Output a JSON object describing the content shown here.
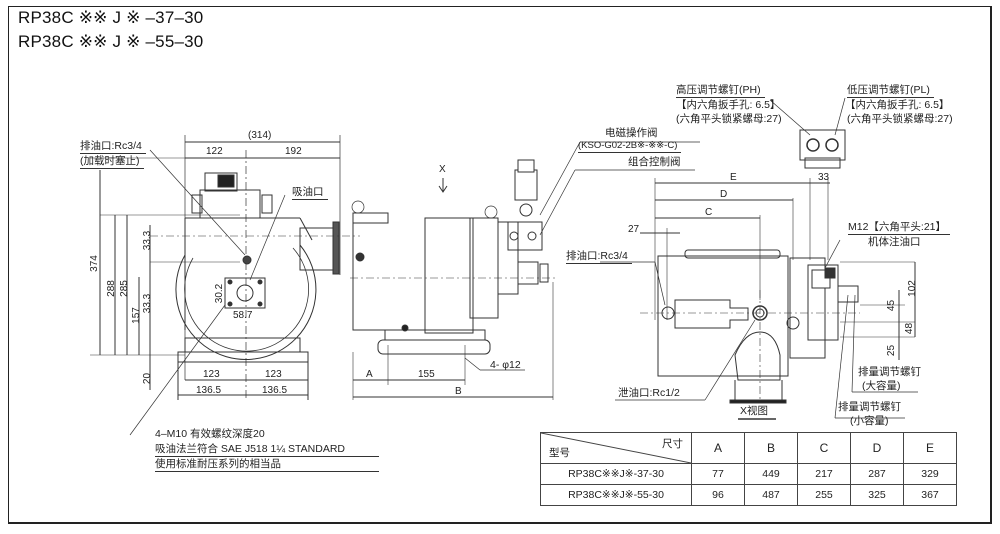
{
  "titles": [
    "RP38C ※※ J ※ –37–30",
    "RP38C ※※ J ※ –55–30"
  ],
  "callouts": {
    "drain_port_left": "排油口:Rc3/4",
    "drain_port_left_note": "(加载时塞止)",
    "suction_port": "吸油口",
    "x_view_marker": "X",
    "solenoid_valve": "电磁操作阀",
    "solenoid_valve_model": "(KSO-G02-2B※-※※-C)",
    "combination_valve": "组合控制阀",
    "high_pressure_screw": "高压调节螺钉(PH)",
    "high_pressure_wrench": "【内六角扳手孔: 6.5】",
    "high_pressure_nut": "(六角平头锁紧螺母:27)",
    "low_pressure_screw": "低压调节螺钉(PL)",
    "low_pressure_wrench": "【内六角扳手孔: 6.5】",
    "low_pressure_nut": "(六角平头锁紧螺母:27)",
    "drain_port_right": "排油口:Rc3/4",
    "fill_port_spec": "M12【六角平头:21】",
    "fill_port": "机体注油口",
    "leak_port": "泄油口:Rc1/2",
    "x_view": "X视图",
    "disp_screw_large": "排量调节螺钉",
    "disp_screw_large_note": "(大容量)",
    "disp_screw_small": "排量调节螺钉",
    "disp_screw_small_note": "(小容量)",
    "mount_holes": "4- φ12",
    "notes": [
      "4–M10 有效螺纹深度20",
      "吸油法兰符合 SAE J518 1¼ STANDARD",
      "使用标准耐压系列的相当品"
    ]
  },
  "dimensions": {
    "front_view": {
      "overall_width": "(314)",
      "left_width": "122",
      "right_width": "192",
      "height_374": "374",
      "height_288": "288",
      "height_285": "285",
      "height_157": "157",
      "offset_33_3_top": "33.3",
      "offset_33_3_bottom": "33.3",
      "flange_30_2": "30.2",
      "flange_58_7": "58.7",
      "base_20": "20",
      "base_123_left": "123",
      "base_123_right": "123",
      "base_136_5_left": "136.5",
      "base_136_5_right": "136.5"
    },
    "side_view": {
      "a": "A",
      "b": "B",
      "mount_spacing": "155"
    },
    "rear_view": {
      "e": "E",
      "d": "D",
      "c": "C",
      "offset_27": "27",
      "offset_33": "33",
      "h_102": "102",
      "h_45": "45",
      "h_48": "48",
      "h_25": "25"
    }
  },
  "spec_table": {
    "header_size": "尺寸",
    "header_model": "型号",
    "columns": [
      "A",
      "B",
      "C",
      "D",
      "E"
    ],
    "rows": [
      {
        "model": "RP38C※※J※-37-30",
        "values": [
          "77",
          "449",
          "217",
          "287",
          "329"
        ]
      },
      {
        "model": "RP38C※※J※-55-30",
        "values": [
          "96",
          "487",
          "255",
          "325",
          "367"
        ]
      }
    ]
  }
}
